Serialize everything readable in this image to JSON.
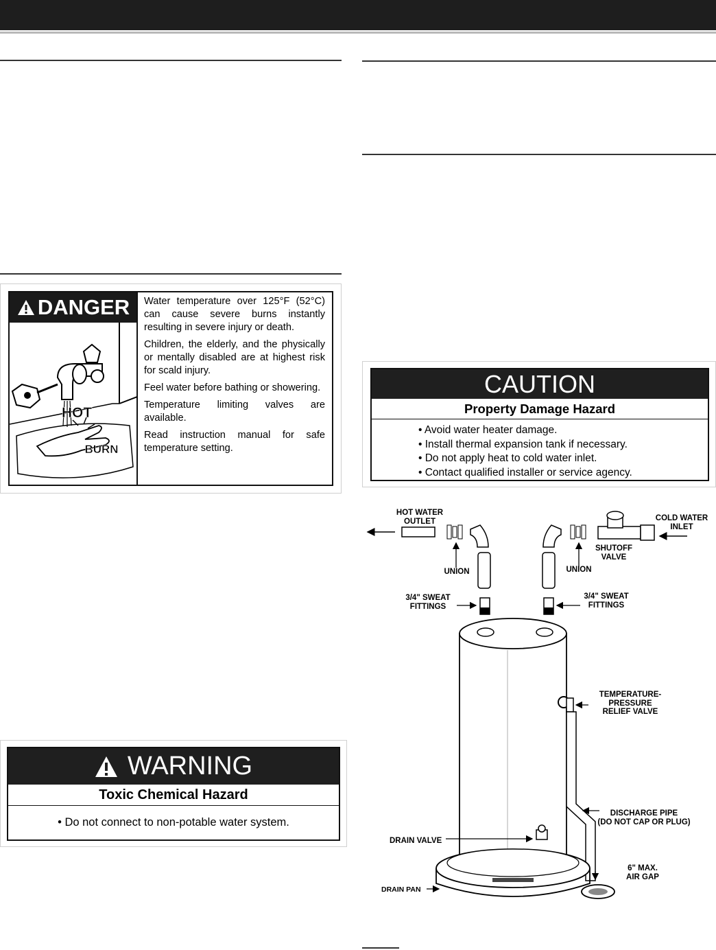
{
  "danger_label": {
    "signal_word": "DANGER",
    "pictogram_text": {
      "hot": "HOT",
      "burn": "BURN"
    },
    "paragraphs": [
      "Water temperature over 125°F (52°C) can cause severe burns instantly resulting in severe injury or death.",
      "Children, the elderly, and the physically or mentally disabled are at highest risk for scald injury.",
      "Feel water before bathing or showering.",
      "Temperature limiting valves are available.",
      "Read instruction manual for safe temperature setting."
    ]
  },
  "warning_label": {
    "signal_word": "WARNING",
    "subtitle": "Toxic Chemical Hazard",
    "items": [
      "• Do not connect to non-potable water system."
    ]
  },
  "caution_label": {
    "signal_word": "CAUTION",
    "subtitle": "Property Damage Hazard",
    "items": [
      "• Avoid water heater damage.",
      "• Install thermal expansion tank if necessary.",
      "• Do not apply heat to cold water inlet.",
      "• Contact qualified installer or service agency."
    ]
  },
  "diagram": {
    "labels": {
      "hot_water_outlet_1": "HOT WATER",
      "hot_water_outlet_2": "OUTLET",
      "cold_water_inlet_1": "COLD WATER",
      "cold_water_inlet_2": "INLET",
      "union_left": "UNION",
      "union_right": "UNION",
      "shutoff_1": "SHUTOFF",
      "shutoff_2": "VALVE",
      "sweat_left_1": "3/4\" SWEAT",
      "sweat_left_2": "FITTINGS",
      "sweat_right_1": "3/4\" SWEAT",
      "sweat_right_2": "FITTINGS",
      "tp_1": "TEMPERATURE-",
      "tp_2": "PRESSURE",
      "tp_3": "RELIEF VALVE",
      "discharge_1": "DISCHARGE PIPE",
      "discharge_2": "(DO NOT CAP OR PLUG)",
      "drain_valve": "DRAIN VALVE",
      "air_gap_1": "6\" MAX.",
      "air_gap_2": "AIR GAP",
      "drain_pan": "DRAIN PAN"
    }
  }
}
